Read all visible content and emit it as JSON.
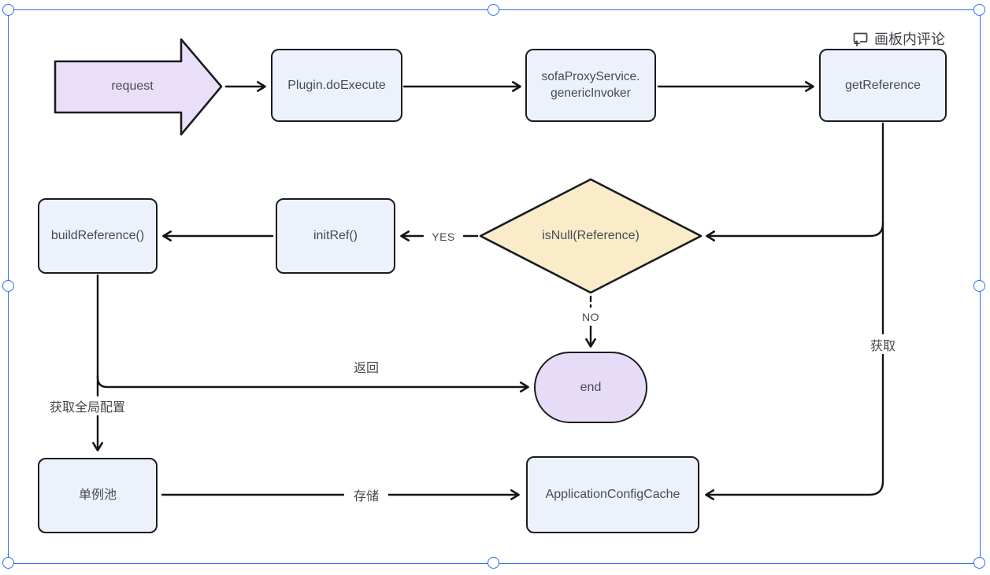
{
  "comment": {
    "label": "画板内评论"
  },
  "nodes": {
    "request": "request",
    "plugin": "Plugin.doExecute",
    "sofa": "sofaProxyService.\ngenericInvoker",
    "getReference": "getReference",
    "isNull": "isNull(Reference)",
    "initRef": "initRef()",
    "buildReference": "buildReference()",
    "end": "end",
    "pool": "单例池",
    "appCache": "ApplicationConfigCache"
  },
  "edges": {
    "yes": "YES",
    "no": "NO",
    "ret": "返回",
    "fetch": "获取",
    "fetchGlobalConfig": "获取全局配置",
    "store": "存储"
  },
  "colors": {
    "selection_blue": "#2e6bf2",
    "box_fill": "#edf1fb",
    "diamond_fill": "#faecc9",
    "request_fill": "#eadff8",
    "end_fill": "#e6dcf8",
    "stroke": "#1a1c20",
    "text": "#474b54"
  }
}
